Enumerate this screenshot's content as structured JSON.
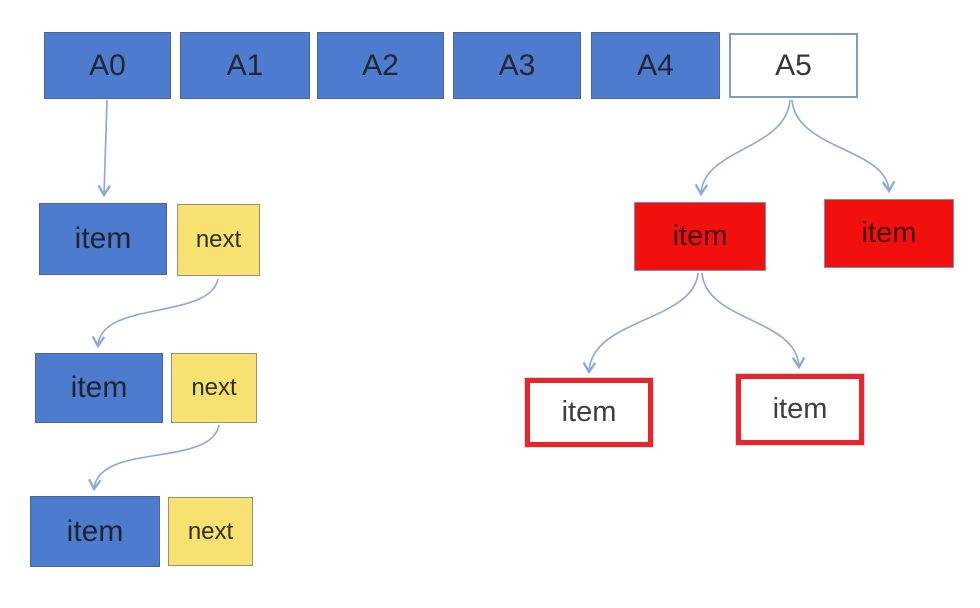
{
  "buckets": [
    {
      "label": "A0"
    },
    {
      "label": "A1"
    },
    {
      "label": "A2"
    },
    {
      "label": "A3"
    },
    {
      "label": "A4"
    },
    {
      "label": "A5"
    }
  ],
  "list_pairs": [
    {
      "item": "item",
      "next": "next"
    },
    {
      "item": "item",
      "next": "next"
    },
    {
      "item": "item",
      "next": "next"
    }
  ],
  "tree_nodes": {
    "red_left": "item",
    "red_right": "item",
    "leaf_left": "item",
    "leaf_right": "item"
  },
  "colors": {
    "bucket-blue": "#4d7bce",
    "next-yellow": "#f7e170",
    "node-red": "#f2100f",
    "arrow-blue": "#8aa7de",
    "a5-border": "#7e9cc2",
    "leaf-border": "#e8252b"
  }
}
